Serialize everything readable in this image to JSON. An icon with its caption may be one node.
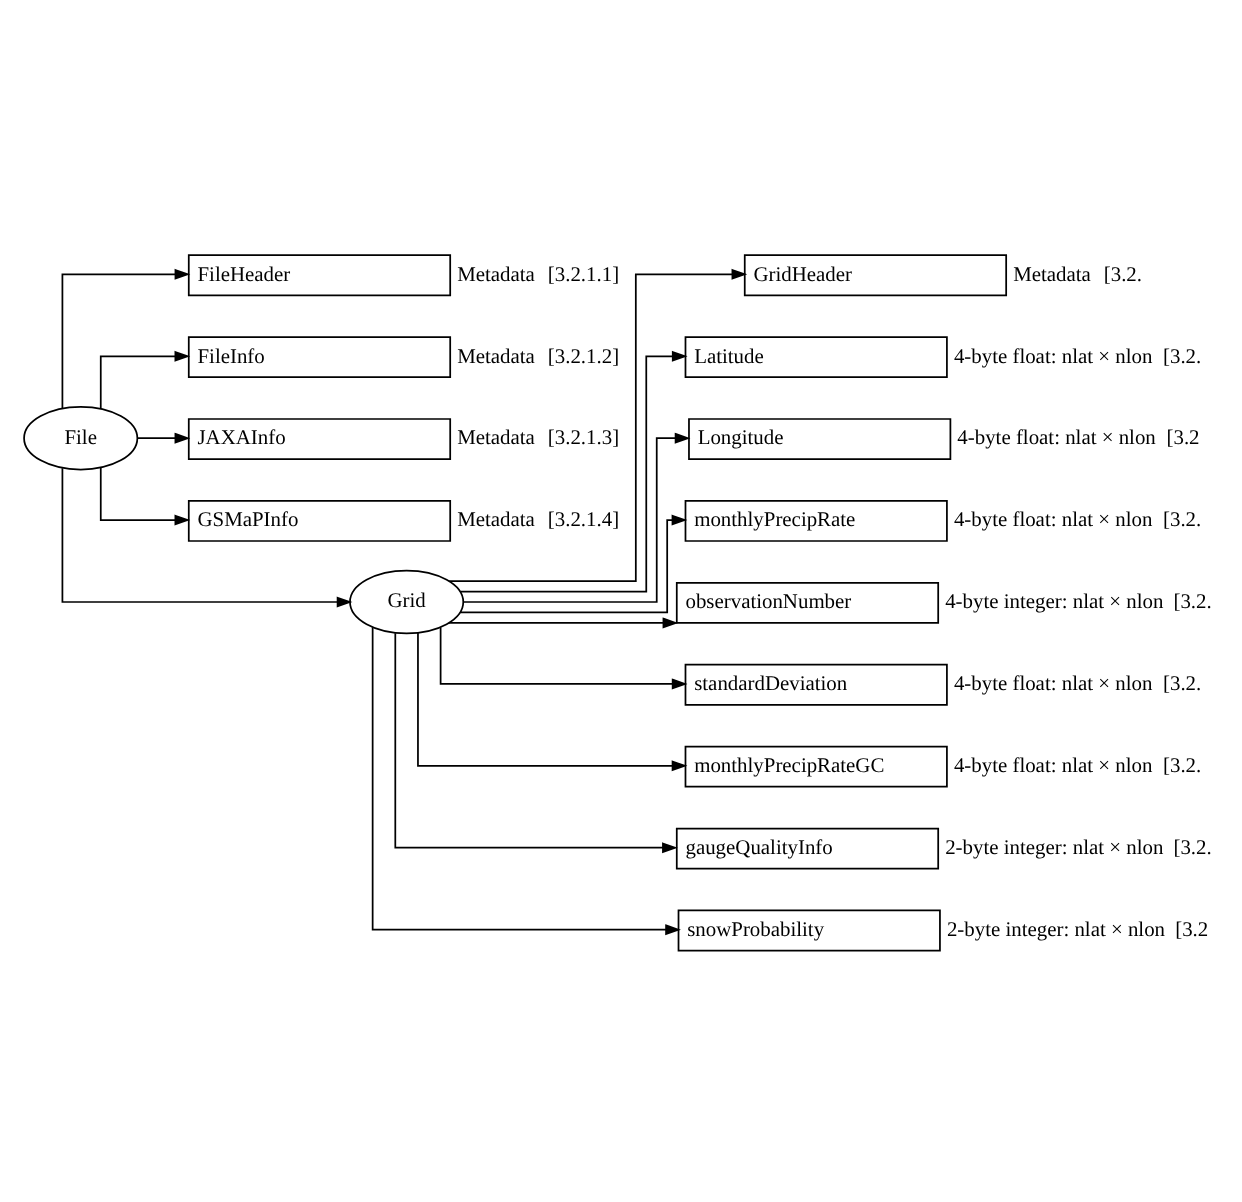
{
  "diagram": {
    "nodes": [
      {
        "text": [
          "File"
        ]
      },
      {
        "text": [
          "FileHeader"
        ],
        "beside": [
          "Metadata",
          "[3.2.1.1]"
        ]
      },
      {
        "text": [
          "FileInfo"
        ],
        "beside": [
          "Metadata",
          "[3.2.1.2]"
        ]
      },
      {
        "text": [
          "JAXAInfo"
        ],
        "beside": [
          "Metadata",
          "[3.2.1.3]"
        ]
      },
      {
        "text": [
          "GSMaPInfo"
        ],
        "beside": [
          "Metadata",
          "[3.2.1.4]"
        ]
      },
      {
        "text": [
          "Grid"
        ]
      },
      {
        "text": [
          "GridHeader"
        ],
        "beside": [
          "Metadata",
          "[3.2."
        ]
      },
      {
        "text": [
          "Latitude"
        ],
        "beside": [
          "4-byte float: nlat × nlon",
          "[3.2."
        ]
      },
      {
        "text": [
          "Longitude"
        ],
        "beside": [
          "4-byte float: nlat × nlon",
          "[3.2"
        ]
      },
      {
        "text": [
          "monthlyPrecipRate"
        ],
        "beside": [
          "4-byte float: nlat × nlon",
          "[3.2."
        ]
      },
      {
        "text": [
          "observationNumber"
        ],
        "beside": [
          "4-byte integer: nlat × nlon",
          "[3.2."
        ]
      },
      {
        "text": [
          "standardDeviation"
        ],
        "beside": [
          "4-byte float: nlat × nlon",
          "[3.2."
        ]
      },
      {
        "text": [
          "monthlyPrecipRateGC"
        ],
        "beside": [
          "4-byte float: nlat × nlon",
          "[3.2."
        ]
      },
      {
        "text": [
          "gaugeQualityInfo"
        ],
        "beside": [
          "2-byte integer: nlat × nlon",
          "[3.2."
        ]
      },
      {
        "text": [
          "snowProbability"
        ],
        "beside": [
          "2-byte integer: nlat × nlon",
          "[3.2"
        ]
      }
    ],
    "edges": [
      {
        "from": 0,
        "to": 1,
        "arrow": "to"
      },
      {
        "from": 0,
        "to": 2,
        "arrow": "to"
      },
      {
        "from": 0,
        "to": 3,
        "arrow": "to"
      },
      {
        "from": 0,
        "to": 4,
        "arrow": "to"
      },
      {
        "from": 0,
        "to": 5,
        "arrow": "to"
      },
      {
        "from": 5,
        "to": 6,
        "arrow": "to"
      },
      {
        "from": 5,
        "to": 7,
        "arrow": "to"
      },
      {
        "from": 5,
        "to": 8,
        "arrow": "to"
      },
      {
        "from": 5,
        "to": 9,
        "arrow": "to"
      },
      {
        "from": 5,
        "to": 10,
        "arrow": "to"
      },
      {
        "from": 5,
        "to": 11,
        "arrow": "to"
      },
      {
        "from": 5,
        "to": 12,
        "arrow": "to"
      },
      {
        "from": 5,
        "to": 13,
        "arrow": "to"
      },
      {
        "from": 5,
        "to": 14,
        "arrow": "to"
      }
    ]
  }
}
